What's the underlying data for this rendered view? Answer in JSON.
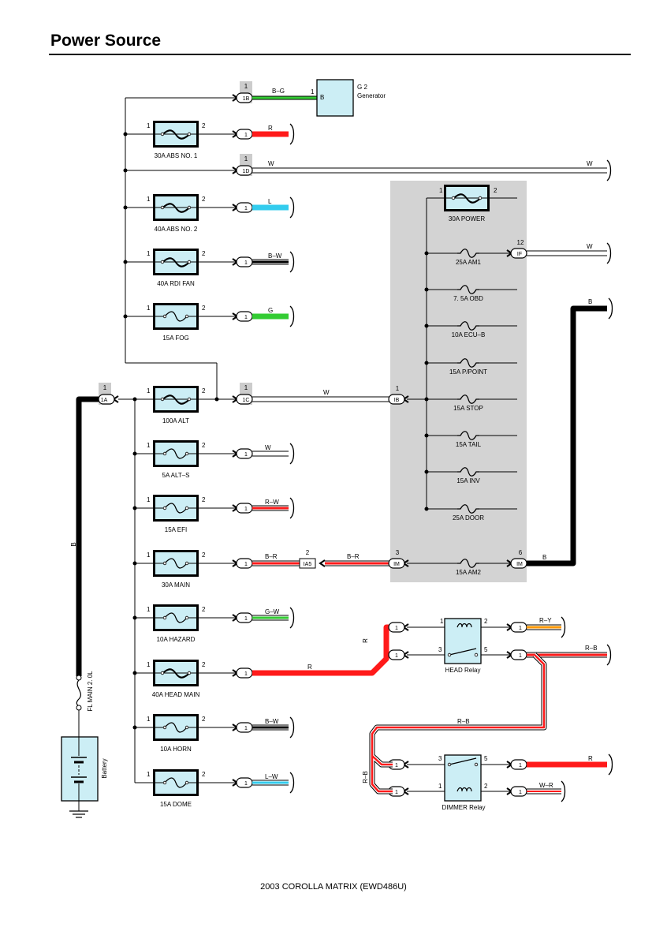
{
  "header": {
    "title": "Power Source"
  },
  "footer": {
    "text": "2003 COROLLA MATRIX (EWD486U)"
  },
  "colors": {
    "red": "#ff1a1a",
    "green": "#33cc33",
    "cyan": "#33ccee",
    "black": "#000000",
    "orange": "#ff9900",
    "fuse_fill": "#cceef5",
    "panel_gray": "#d3d3d3",
    "conn_gray": "#cccccc"
  },
  "generator": {
    "name": "G 2",
    "desc": "Generator",
    "pin": "1",
    "terminal": "B"
  },
  "battery": {
    "label": "Battery"
  },
  "fusible_link": {
    "label": "FL MAIN 2. 0L"
  },
  "upper_fuses": [
    {
      "label": "30A ABS NO. 1",
      "pin_in": "1",
      "pin_out": "2",
      "wire": "R",
      "color": "#ff1a1a"
    },
    {
      "label": "40A ABS NO. 2",
      "pin_in": "1",
      "pin_out": "2",
      "wire": "L",
      "color": "#33ccee"
    },
    {
      "label": "40A RDI FAN",
      "pin_in": "1",
      "pin_out": "2",
      "wire": "B–W",
      "color": "#000000"
    },
    {
      "label": "15A FOG",
      "pin_in": "1",
      "pin_out": "2",
      "wire": "G",
      "color": "#33cc33"
    }
  ],
  "lower_fuses": [
    {
      "label": "100A ALT",
      "pin_in": "1",
      "pin_out": "2"
    },
    {
      "label": "5A ALT–S",
      "pin_in": "1",
      "pin_out": "2",
      "wire": "W"
    },
    {
      "label": "15A EFI",
      "pin_in": "1",
      "pin_out": "2",
      "wire": "R–W"
    },
    {
      "label": "30A MAIN",
      "pin_in": "1",
      "pin_out": "2",
      "wire": "B–R"
    },
    {
      "label": "10A HAZARD",
      "pin_in": "1",
      "pin_out": "2",
      "wire": "G–W"
    },
    {
      "label": "40A HEAD MAIN",
      "pin_in": "1",
      "pin_out": "2",
      "wire": "R"
    },
    {
      "label": "10A HORN",
      "pin_in": "1",
      "pin_out": "2",
      "wire": "B–W"
    },
    {
      "label": "15A DOME",
      "pin_in": "1",
      "pin_out": "2",
      "wire": "L–W"
    }
  ],
  "connectors": {
    "c1B": {
      "pin": "1",
      "id": "1B",
      "wire": "B–G"
    },
    "c1D": {
      "pin": "1",
      "id": "1D",
      "wire": "W",
      "wire_end": "W"
    },
    "c1C": {
      "pin": "1",
      "id": "1C",
      "wire": "W"
    },
    "c1A": {
      "pin": "1",
      "id": "1A",
      "wire": "B"
    },
    "cIB": {
      "pin": "1",
      "id": "IB"
    },
    "cIF": {
      "pin": "12",
      "id": "IF",
      "wire": "W"
    },
    "cIM3": {
      "pin": "3",
      "id": "IM"
    },
    "cIM6": {
      "pin": "6",
      "id": "IM",
      "wire": "B"
    },
    "cIA5": {
      "pin": "2",
      "id": "IA5",
      "wire_left": "B–R",
      "wire_right": "B–R"
    },
    "one": "1"
  },
  "panel": {
    "power_fuse": {
      "label": "30A POWER",
      "pin_in": "1",
      "pin_out": "2"
    },
    "fuses": [
      "25A AM1",
      "7. 5A OBD",
      "10A ECU–B",
      "15A P/POINT",
      "15A STOP",
      "15A TAIL",
      "15A INV",
      "25A DOOR"
    ],
    "am2": "15A AM2",
    "b_wire": "B"
  },
  "relays": {
    "head": {
      "label": "HEAD Relay",
      "pins": [
        "1",
        "2",
        "3",
        "5"
      ],
      "out_top": "R–Y",
      "out_bottom": "R–B"
    },
    "dimmer": {
      "label": "DIMMER Relay",
      "pins": [
        "3",
        "5",
        "1",
        "2"
      ],
      "out_top": "R",
      "out_bottom": "W–R"
    }
  },
  "wire_labels": {
    "r_vertical": "R",
    "rb_horizontal": "R–B",
    "rb_vertical": "R–B",
    "head_main_r": "R"
  }
}
